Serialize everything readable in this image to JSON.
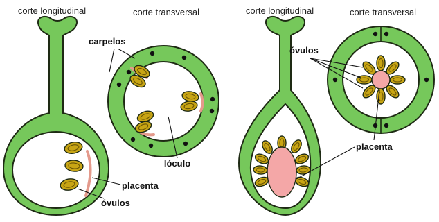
{
  "colors": {
    "wall": "#76c85b",
    "outline": "#1e2a14",
    "ovule": "#c8a514",
    "ovule_line": "#6a5505",
    "placenta": "#f4a7a7",
    "placenta_line": "#e49a8c"
  },
  "left_panel": {
    "longitudinal_caption": "corte longitudinal",
    "transverse_caption": "corte transversal",
    "carpels_label": "carpelos",
    "locule_label": "lóculo",
    "placenta_label": "placenta",
    "ovules_label": "óvulos"
  },
  "right_panel": {
    "longitudinal_caption": "corte longitudinal",
    "transverse_caption": "corte transversal",
    "ovules_label": "óvulos",
    "placenta_label": "placenta"
  }
}
